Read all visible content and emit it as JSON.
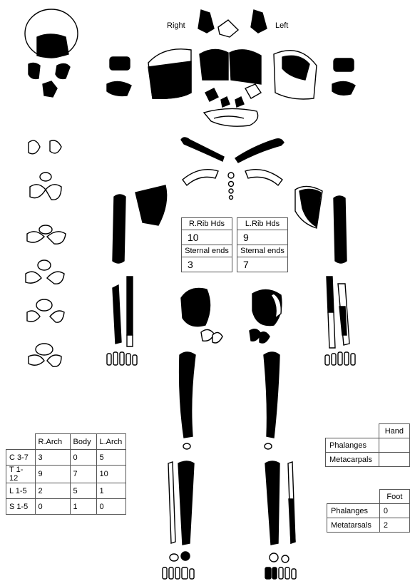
{
  "labels": {
    "right": "Right",
    "left": "Left"
  },
  "rib_table": {
    "r_header": "R.Rib Hds",
    "l_header": "L.Rib Hds",
    "r_value": "10",
    "l_value": "9",
    "r_sternal_header": "Sternal ends",
    "l_sternal_header": "Sternal ends",
    "r_sternal_value": "3",
    "l_sternal_value": "7"
  },
  "vertebrae_table": {
    "headers": [
      "",
      "R.Arch",
      "Body",
      "L.Arch"
    ],
    "rows": [
      {
        "label": "C 3-7",
        "r_arch": "3",
        "body": "0",
        "l_arch": "5"
      },
      {
        "label": "T 1-12",
        "r_arch": "9",
        "body": "7",
        "l_arch": "10"
      },
      {
        "label": "L 1-5",
        "r_arch": "2",
        "body": "5",
        "l_arch": "1"
      },
      {
        "label": "S 1-5",
        "r_arch": "0",
        "body": "1",
        "l_arch": "0"
      }
    ]
  },
  "hand_table": {
    "title": "Hand",
    "rows": [
      {
        "label": "Phalanges",
        "value": ""
      },
      {
        "label": "Metacarpals",
        "value": ""
      }
    ]
  },
  "foot_table": {
    "title": "Foot",
    "rows": [
      {
        "label": "Phalanges",
        "value": "0"
      },
      {
        "label": "Metatarsals",
        "value": "2"
      }
    ]
  },
  "colors": {
    "present": "#000000",
    "absent": "#ffffff",
    "outline": "#000000"
  }
}
